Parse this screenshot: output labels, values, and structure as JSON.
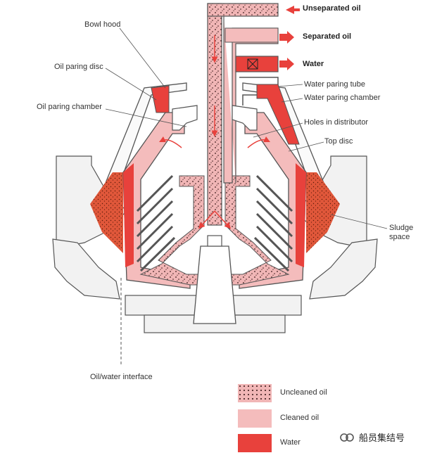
{
  "colors": {
    "water": "#e8413c",
    "cleaned_oil": "#f4bcbc",
    "uncleaned_oil": "#f1b6b6",
    "outline": "#555555",
    "arrow": "#e8413c"
  },
  "outlets": {
    "unseparated_oil": "Unseparated oil",
    "separated_oil": "Separated oil",
    "water": "Water"
  },
  "labels": {
    "bowl_hood": "Bowl hood",
    "oil_paring_disc": "Oil paring disc",
    "oil_paring_chamber": "Oil paring chamber",
    "water_paring_tube": "Water paring tube",
    "water_paring_chamber": "Water paring chamber",
    "holes_in_distributor": "Holes in distributor",
    "top_disc": "Top disc",
    "sludge_space_line1": "Sludge",
    "sludge_space_line2": "space",
    "oil_water_interface": "Oil/water interface"
  },
  "legend": {
    "uncleaned_oil": "Uncleaned oil",
    "cleaned_oil": "Cleaned oil",
    "water": "Water"
  },
  "watermark": {
    "icon": "wechat-official-account-icon",
    "text": "船员集结号"
  }
}
